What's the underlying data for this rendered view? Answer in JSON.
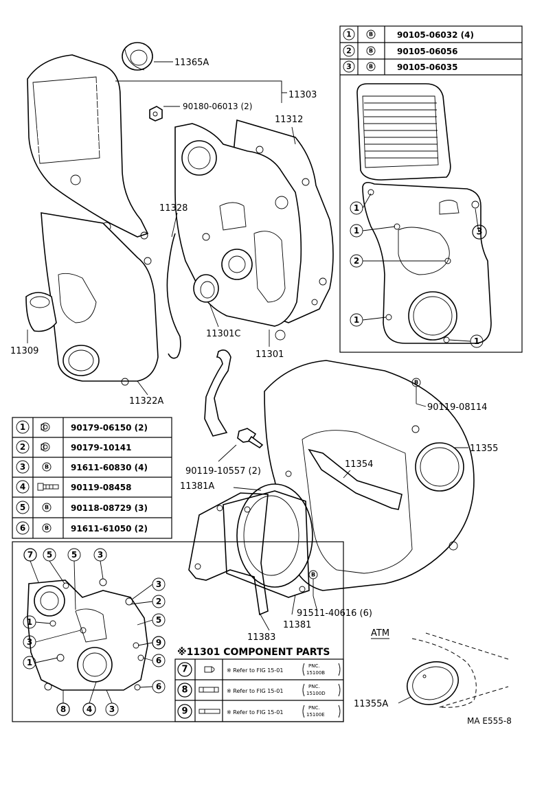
{
  "callouts": {
    "c11365A": "11365A",
    "c11303": "11303",
    "c90180": "90180-06013 (2)",
    "c11312": "11312",
    "c11328": "11328",
    "c11309": "11309",
    "c11301C": "11301C",
    "c11301": "11301",
    "c11322A": "11322A",
    "c90119_08114": "90119-08114",
    "c11355": "11355",
    "c11354": "11354",
    "c90119_10557": "90119-10557 (2)",
    "c11381A": "11381A",
    "c91511_40616": "91511-40616 (6)",
    "c11383": "11383",
    "c11381": "11381",
    "atm": "ATM",
    "c11355A": "11355A",
    "code": "MA E555-8"
  },
  "top_table": {
    "rows": [
      {
        "n": "1",
        "sym": "B",
        "part": "90105-06032 (4)"
      },
      {
        "n": "2",
        "sym": "B",
        "part": "90105-06056"
      },
      {
        "n": "3",
        "sym": "B",
        "part": "90105-06035"
      }
    ]
  },
  "left_table": {
    "rows": [
      {
        "n": "1",
        "sym": "flange",
        "part": "90179-06150 (2)"
      },
      {
        "n": "2",
        "sym": "flange",
        "part": "90179-10141"
      },
      {
        "n": "3",
        "sym": "B",
        "part": "91611-60830 (4)"
      },
      {
        "n": "4",
        "sym": "bolt",
        "part": "90119-08458"
      },
      {
        "n": "5",
        "sym": "B",
        "part": "90118-08729 (3)"
      },
      {
        "n": "6",
        "sym": "B",
        "part": "91611-61050 (2)"
      }
    ]
  },
  "component": {
    "title": "※11301 COMPONENT PARTS",
    "rows": [
      {
        "n": "7",
        "text": "※ Refer to FIG 15-01",
        "pnc_label": "PNC.",
        "pnc": "15100B"
      },
      {
        "n": "8",
        "text": "※ Refer to FIG 15-01",
        "pnc_label": "PNC.",
        "pnc": "15100D"
      },
      {
        "n": "9",
        "text": "※ Refer to FIG 15-01",
        "pnc_label": "PNC.",
        "pnc": "15100E"
      }
    ]
  },
  "mini_top_labels": [
    "1",
    "1",
    "2",
    "1",
    "1",
    "3"
  ],
  "mini_bottom_labels": [
    "7",
    "5",
    "5",
    "3",
    "3",
    "2",
    "5",
    "1",
    "3",
    "9",
    "1",
    "6",
    "6",
    "8",
    "4",
    "3"
  ],
  "bolt_mark": "B"
}
